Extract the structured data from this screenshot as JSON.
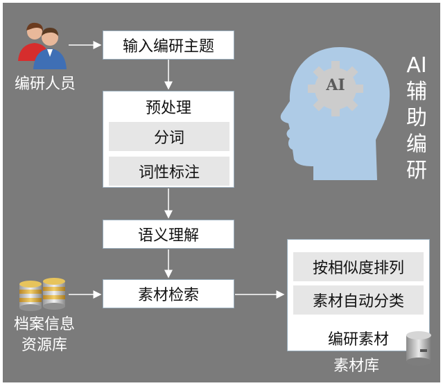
{
  "actors": {
    "researchers_label": "编研人员",
    "archive_label": "档案信息资源库",
    "archive_label_line1": "档案信息",
    "archive_label_line2": "资源库",
    "material_db_label": "素材库"
  },
  "flow": {
    "input_topic": "输入编研主题",
    "preprocess": {
      "title": "预处理",
      "step1": "分词",
      "step2": "词性标注"
    },
    "semantic": "语义理解",
    "retrieval": "素材检索"
  },
  "output": {
    "step1": "按相似度排列",
    "step2": "素材自动分类",
    "result": "编研素材"
  },
  "ai": {
    "badge": "AI",
    "side_title_line1": "AI",
    "side_title_chars": [
      "辅",
      "助",
      "编",
      "研"
    ]
  },
  "colors": {
    "background": "#7b7b7b",
    "head": "#aecbe6",
    "gear": "#cccccc",
    "box_border": "#9aaebd",
    "inner_box": "#e6e6e6"
  }
}
